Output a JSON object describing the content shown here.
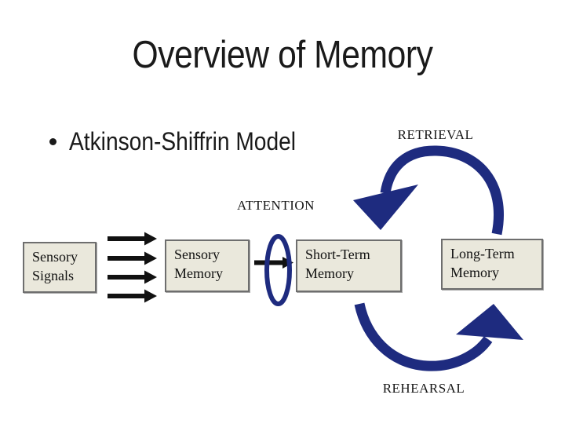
{
  "slide": {
    "title": "Overview of Memory",
    "bullet": "Atkinson-Shiffrin Model",
    "labels": {
      "retrieval": "RETRIEVAL",
      "attention": "ATTENTION",
      "rehearsal": "REHEARSAL"
    },
    "boxes": [
      {
        "id": "sensory-signals",
        "lines": [
          "Sensory",
          "Signals"
        ]
      },
      {
        "id": "sensory-memory",
        "lines": [
          "Sensory",
          "Memory"
        ]
      },
      {
        "id": "short-term-memory",
        "lines": [
          "Short-Term",
          "Memory"
        ]
      },
      {
        "id": "long-term-memory",
        "lines": [
          "Long-Term",
          "Memory"
        ]
      }
    ],
    "colors": {
      "background": "#ffffff",
      "text": "#1a1a1a",
      "navy": "#1e2b7f",
      "box_fill": "#eae8dc",
      "box_border": "#6e6e6e",
      "arrow_black": "#111111"
    }
  }
}
